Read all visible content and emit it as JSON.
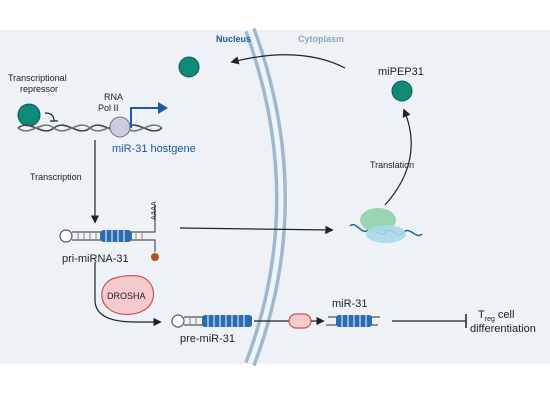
{
  "labels": {
    "nucleus": "Nucleus",
    "cytoplasm": "Cytoplasm",
    "transcriptional_repressor_line1": "Transcriptional",
    "transcriptional_repressor_line2": "repressor",
    "rna_pol_line1": "RNA",
    "rna_pol_line2": "Pol II",
    "hostgene": "miR-31 hostgene",
    "transcription": "Transcription",
    "poly_a": "AAAA",
    "pri_mirna": "pri-miRNA-31",
    "drosha": "DROSHA",
    "pre_mir": "pre-miR-31",
    "mir31": "miR-31",
    "mipep": "miPEP31",
    "translation": "Translation",
    "treg_t": "T",
    "treg_sub": "reg",
    "treg_cell": " cell",
    "differentiation": "differentiation"
  },
  "colors": {
    "background_panel": "#eef1f5",
    "membrane": "#b4c8dc",
    "teal_protein": "#0f8a78",
    "blue_text": "#1a5aa8",
    "drosha_fill": "#f6c9cc",
    "drosha_stroke": "#c9545c",
    "rna_blue": "#2b6cb0",
    "ribosome_green": "#8fd1a8",
    "ribosome_blue": "#a9d8e8",
    "mrna_cap": "#b0541a"
  }
}
